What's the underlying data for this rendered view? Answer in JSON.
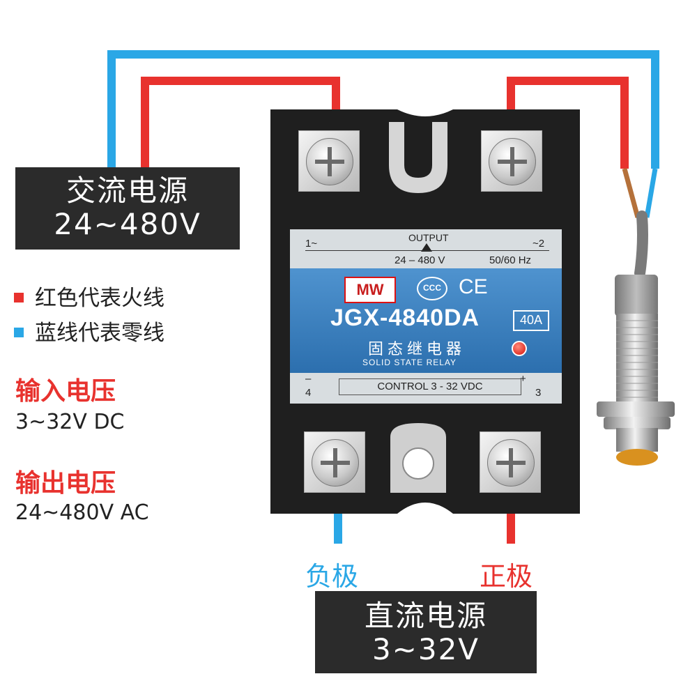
{
  "ac_source": {
    "title": "交流电源",
    "voltage": "24~480V"
  },
  "legend": {
    "red": {
      "label": "红色代表火线",
      "color": "#e8322e"
    },
    "blue": {
      "label": "蓝线代表零线",
      "color": "#2aa7e6"
    }
  },
  "input_section": {
    "title": "输入电压",
    "value": "3~32V DC"
  },
  "output_section": {
    "title": "输出电压",
    "value": "24~480V AC"
  },
  "relay": {
    "output_label": "OUTPUT",
    "terminal_1": "1~",
    "terminal_2": "~2",
    "output_voltage": "24 – 480 V",
    "frequency": "50/60 Hz",
    "brand_logo": "MW",
    "ccc_mark": "CCC",
    "ce_mark": "CE",
    "model": "JGX-4840DA",
    "current": "40A",
    "name_cn": "固态继电器",
    "name_en": "SOLID STATE RELAY",
    "control": "CONTROL 3 - 32 VDC",
    "terminal_4": "4",
    "terminal_3": "3",
    "minus": "–",
    "plus": "+"
  },
  "poles": {
    "negative": "负极",
    "positive": "正极"
  },
  "dc_source": {
    "title": "直流电源",
    "voltage": "3~32V"
  },
  "colors": {
    "red_wire": "#e8322e",
    "blue_wire": "#2aa7e6",
    "dark_box": "#2b2b2b",
    "relay_body": "#1f1f1f"
  }
}
